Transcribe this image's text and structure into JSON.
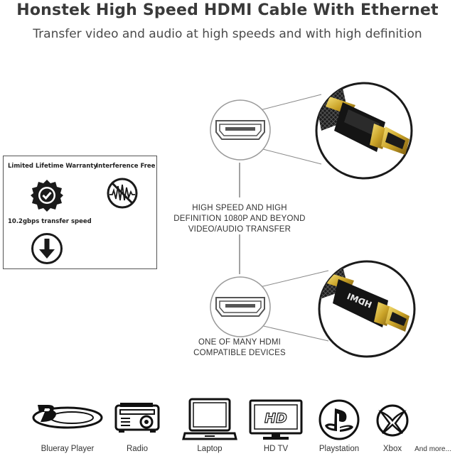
{
  "header": {
    "title": "Honstek High Speed HDMI Cable With Ethernet",
    "subtitle": "Transfer video and audio at high speeds and with high definition"
  },
  "features": {
    "warranty": "Limited Lifetime Warranty",
    "interference": "Interference Free",
    "speed": "10.2gbps transfer speed"
  },
  "diagram": {
    "top_caption": [
      "HIGH SPEED AND HIGH",
      "DEFINITION 1080P AND BEYOND",
      "VIDEO/AUDIO TRANSFER"
    ],
    "bottom_caption": [
      "ONE OF MANY HDMI",
      "COMPATIBLE DEVICES"
    ],
    "connector_text": "HDMI"
  },
  "devices": [
    {
      "label": "Blueray Player",
      "icon": "bluray-icon"
    },
    {
      "label": "Radio",
      "icon": "radio-icon"
    },
    {
      "label": "Laptop",
      "icon": "laptop-icon"
    },
    {
      "label": "HD TV",
      "icon": "hdtv-icon",
      "badge": "HD"
    },
    {
      "label": "Playstation",
      "icon": "playstation-icon"
    },
    {
      "label": "Xbox",
      "icon": "xbox-icon"
    }
  ],
  "more_label": "And more..."
}
